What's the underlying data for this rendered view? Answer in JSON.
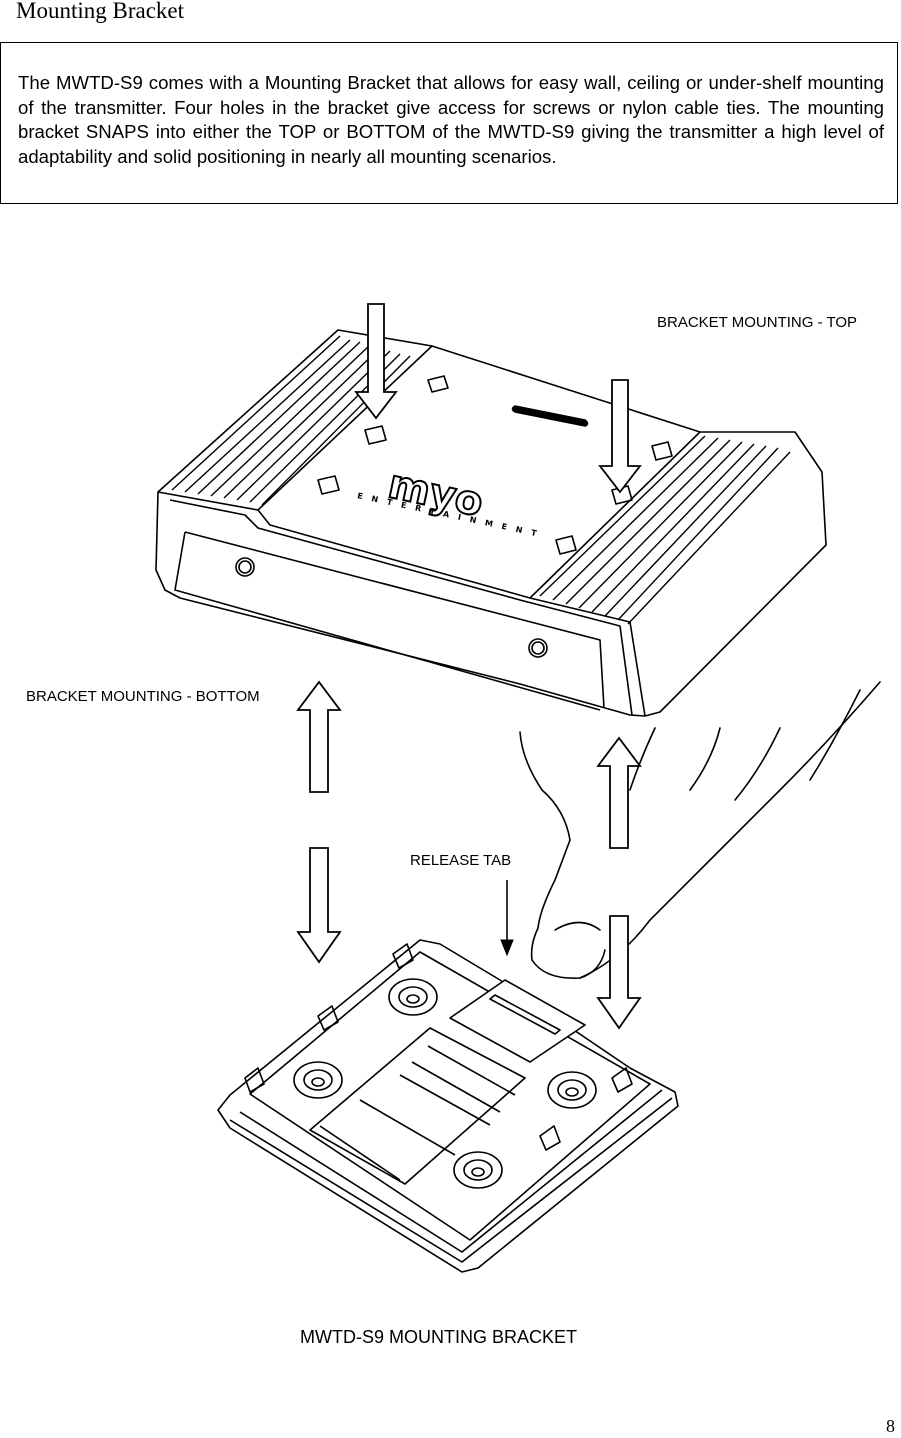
{
  "page": {
    "heading": "Mounting Bracket",
    "intro": "The MWTD-S9 comes with a Mounting Bracket that allows for easy wall, ceiling or under-shelf mounting of the transmitter. Four holes in the bracket give access for screws or nylon cable ties. The mounting bracket SNAPS into either the TOP or BOTTOM of the MWTD-S9 giving the transmitter a high level of adaptability and solid positioning in nearly all mounting scenarios.",
    "page_number": "8"
  },
  "figure": {
    "label_top": "BRACKET MOUNTING - TOP",
    "label_bottom": "BRACKET MOUNTING - BOTTOM",
    "label_release": "RELEASE TAB",
    "caption": "MWTD-S9 MOUNTING BRACKET",
    "logo_text": "myo",
    "logo_subtext": "ENTERTAINMENT"
  }
}
